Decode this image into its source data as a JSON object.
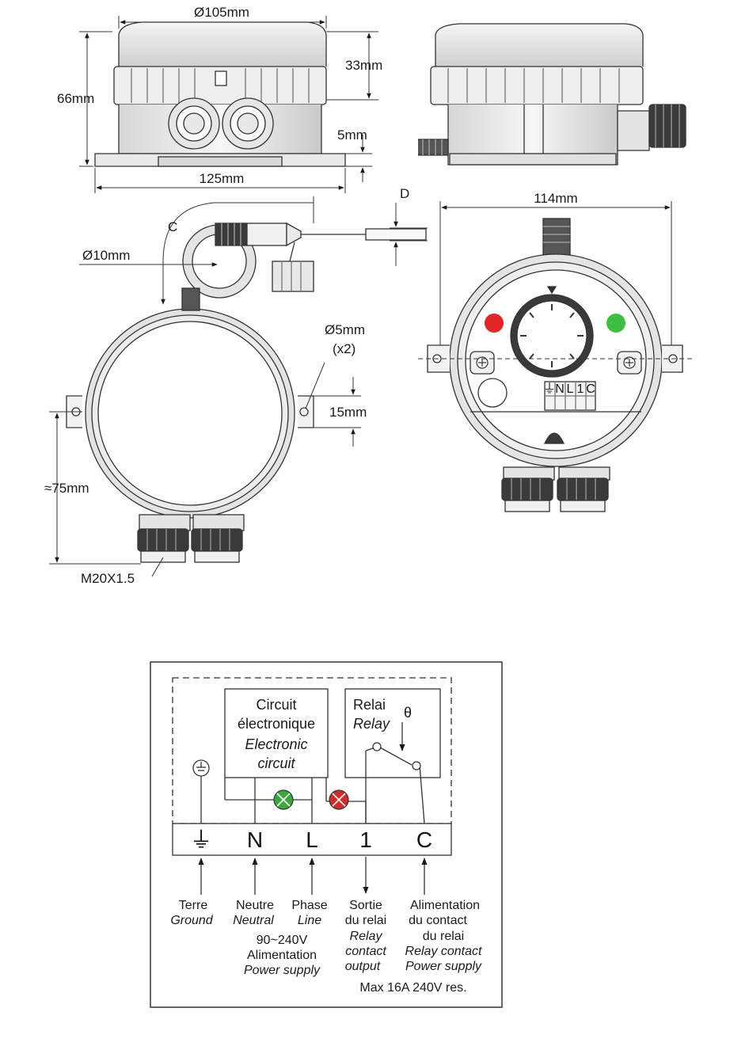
{
  "dimensions": {
    "diameter_top": "Ø105mm",
    "height_total": "66mm",
    "height_cover": "33mm",
    "base_thickness": "5mm",
    "base_width": "125mm",
    "label_c": "C",
    "label_d": "D",
    "probe_diameter": "Ø10mm",
    "width_front": "114mm",
    "hole_diameter": "Ø5mm",
    "hole_count": "(x2)",
    "hole_spacing": "15mm",
    "depth_approx": "≈75mm",
    "gland_thread": "M20X1.5"
  },
  "front_view": {
    "terminal_marks": [
      "⏚",
      "N",
      "L",
      "1",
      "C"
    ]
  },
  "wiring": {
    "circuit_box": {
      "line1": "Circuit",
      "line2": "électronique",
      "line3": "Electronic",
      "line4": "circuit"
    },
    "relay_box": {
      "line1": "Relai",
      "line2": "Relay",
      "theta": "θ"
    },
    "terminals": [
      "⏚",
      "N",
      "L",
      "1",
      "C"
    ],
    "label_ground": {
      "fr": "Terre",
      "en": "Ground"
    },
    "label_neutral": {
      "fr": "Neutre",
      "en": "Neutral"
    },
    "label_line": {
      "fr": "Phase",
      "en": "Line"
    },
    "label_output": {
      "fr1": "Sortie",
      "fr2": "du relai",
      "en1": "Relay",
      "en2": "contact",
      "en3": "output"
    },
    "label_supply": {
      "fr1": "Alimentation",
      "fr2": "du contact",
      "fr3": "du relai",
      "en1": "Relay contact",
      "en2": "Power supply"
    },
    "voltage": {
      "range": "90~240V",
      "fr": "Alimentation",
      "en": "Power supply"
    },
    "rating": "Max 16A 240V res.",
    "colors": {
      "green_led": "#3aa93a",
      "red_led": "#d42a2a"
    }
  }
}
